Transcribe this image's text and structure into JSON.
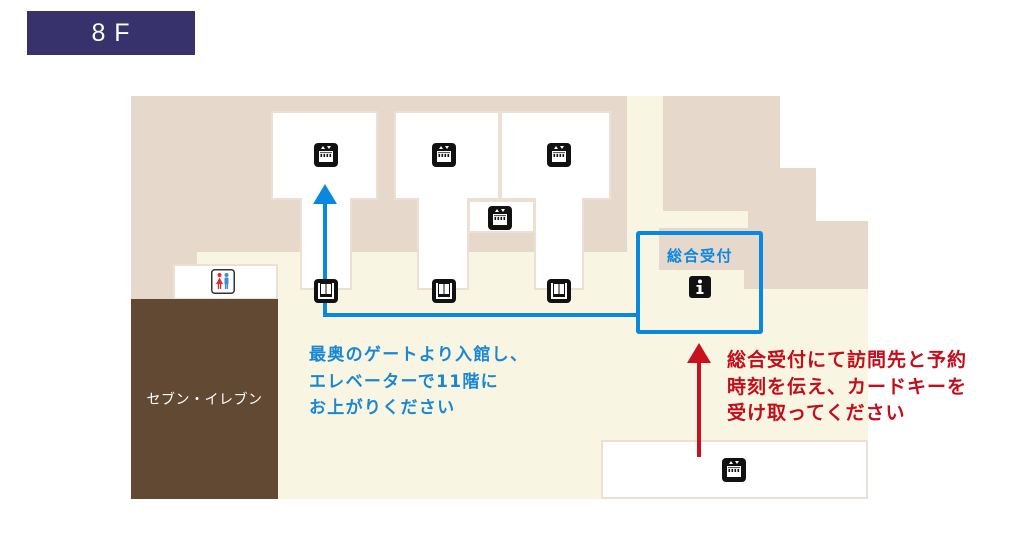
{
  "floor_badge": {
    "label": "8 F"
  },
  "map": {
    "store": {
      "label": "セブン・イレブン"
    },
    "reception": {
      "label": "総合受付",
      "icon": "information-icon"
    },
    "route_to_elevator": {
      "instruction_lines": [
        "最奥のゲートより入館し、",
        "エレベーターで11階に",
        "お上がりください"
      ]
    },
    "route_to_reception": {
      "instruction_lines": [
        "総合受付にて訪問先と予約",
        "時刻を伝え、カードキーを",
        "受け取ってください"
      ]
    },
    "markers": {
      "elevator_icon": "elevator-icon",
      "gate_icon": "security-gate-icon",
      "restroom_icon": "restroom-icon",
      "info_icon": "information-icon",
      "elevator_count": 5,
      "gate_count": 3,
      "restroom_count": 1
    }
  },
  "colors": {
    "badge": "#37326b",
    "wall": "#e6d9cc",
    "floor": "#f8f5e3",
    "room": "#ffffff",
    "store": "#614934",
    "route_blue": "#0a87de",
    "route_red": "#c8101e"
  }
}
